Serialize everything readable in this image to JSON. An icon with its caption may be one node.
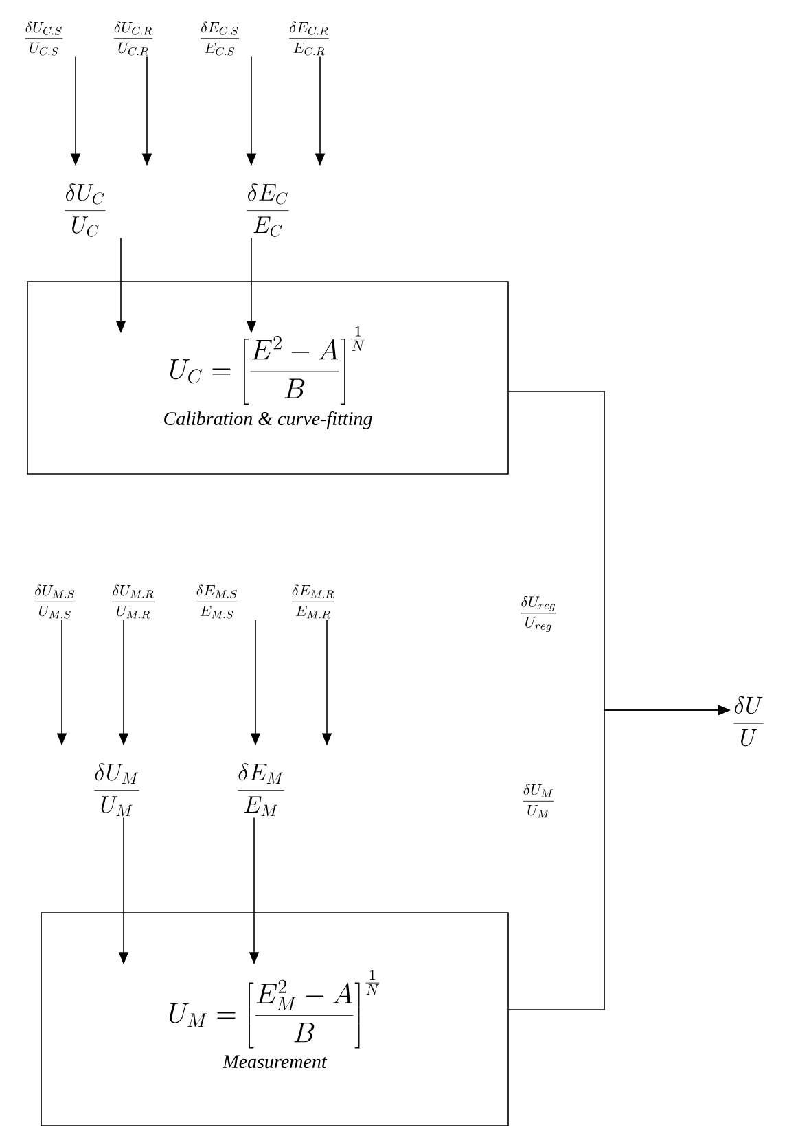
{
  "diagram": {
    "nodes": [
      {
        "text": [
          "\\frac{\\delta U_{C.S}}{U_{C.S}}"
        ]
      },
      {
        "text": [
          "\\frac{\\delta U_{C.R}}{U_{C.R}}"
        ]
      },
      {
        "text": [
          "\\frac{\\delta E_{C.S}}{E_{C.S}}"
        ]
      },
      {
        "text": [
          "\\frac{\\delta E_{C.R}}{E_{C.R}}"
        ]
      },
      {
        "text": [
          "\\frac{\\delta U_{C}}{U_{C}}"
        ]
      },
      {
        "text": [
          "\\frac{\\delta E_{C}}{E_{C}}"
        ]
      },
      {
        "text": [
          "U_C = \\left[\\frac{E^2 - A}{B}\\right]^{\\frac{1}{N}}",
          "Calibration & curve-fitting"
        ]
      },
      {
        "text": [
          "\\frac{\\delta U_{M.S}}{U_{M.S}}"
        ]
      },
      {
        "text": [
          "\\frac{\\delta U_{M.R}}{U_{M.R}}"
        ]
      },
      {
        "text": [
          "\\frac{\\delta E_{M.S}}{E_{M.S}}"
        ]
      },
      {
        "text": [
          "\\frac{\\delta E_{M.R}}{E_{M.R}}"
        ]
      },
      {
        "text": [
          "\\frac{\\delta U_{M}}{U_{M}}"
        ]
      },
      {
        "text": [
          "\\frac{\\delta E_{M}}{E_{M}}"
        ]
      },
      {
        "text": [
          "U_M = \\left[\\frac{E_M^2 - A}{B}\\right]^{\\frac{1}{N}}",
          "Measurement"
        ]
      },
      {
        "text": [
          "\\frac{\\delta U}{U}"
        ]
      }
    ],
    "edges": [
      {
        "from": 0,
        "to": 4,
        "arrow": "to"
      },
      {
        "from": 1,
        "to": 4,
        "arrow": "to"
      },
      {
        "from": 2,
        "to": 5,
        "arrow": "to"
      },
      {
        "from": 3,
        "to": 5,
        "arrow": "to"
      },
      {
        "from": 4,
        "to": 6,
        "arrow": "to"
      },
      {
        "from": 5,
        "to": 6,
        "arrow": "to"
      },
      {
        "from": 7,
        "to": 11,
        "arrow": "to"
      },
      {
        "from": 8,
        "to": 11,
        "arrow": "to"
      },
      {
        "from": 9,
        "to": 12,
        "arrow": "to"
      },
      {
        "from": 10,
        "to": 12,
        "arrow": "to"
      },
      {
        "from": 11,
        "to": 13,
        "arrow": "to"
      },
      {
        "from": 12,
        "to": 13,
        "arrow": "to"
      },
      {
        "from": 6,
        "to": 14,
        "arrow": "to",
        "label": "\\frac{\\delta U_{reg}}{U_{reg}}"
      },
      {
        "from": 13,
        "to": 14,
        "arrow": "to",
        "label": "\\frac{\\delta U_{M}}{U_{M}}"
      }
    ]
  }
}
